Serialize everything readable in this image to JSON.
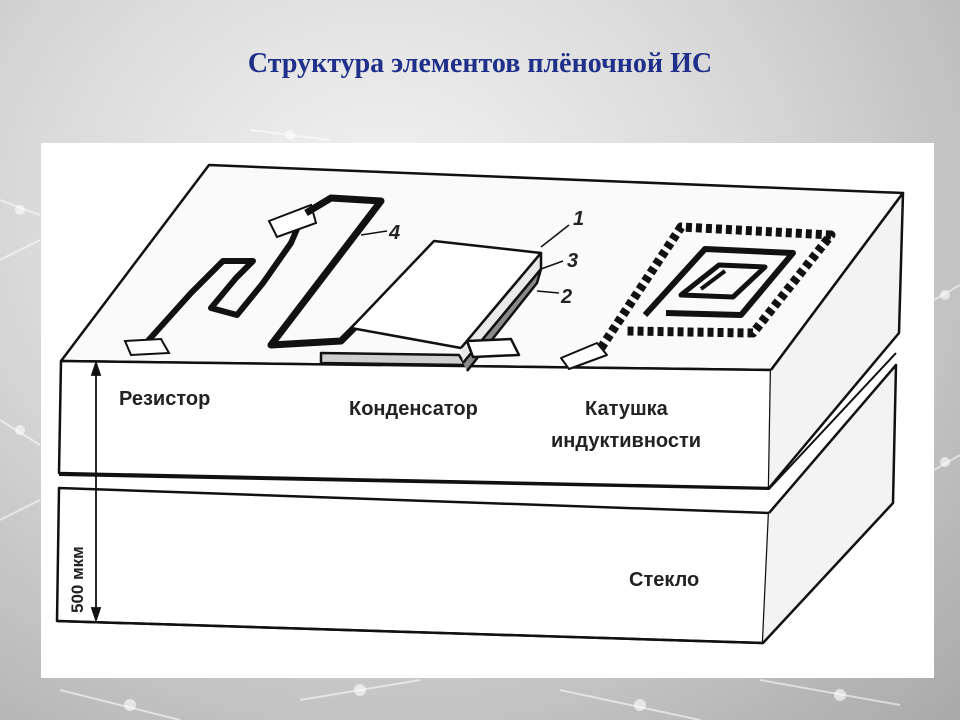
{
  "slide": {
    "title": "Структура элементов плёночной ИС"
  },
  "diagram": {
    "labels": {
      "resistor": "Резистор",
      "capacitor": "Конденсатор",
      "inductor_line1": "Катушка",
      "inductor_line2": "индуктивности",
      "glass": "Стекло",
      "thickness": "500 мкм"
    },
    "callouts": {
      "n1": "1",
      "n2": "2",
      "n3": "3",
      "n4": "4"
    }
  }
}
